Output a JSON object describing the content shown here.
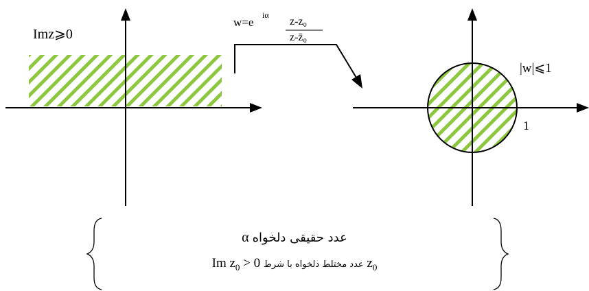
{
  "colors": {
    "hatch": "#8dc63f",
    "ink": "#000000"
  },
  "left_plane": {
    "region_label": "Imz⩾0"
  },
  "mapping": {
    "w_prefix": "w=e",
    "exponent": "iα",
    "numerator": "z-z₀",
    "denominator": "z-z̄₀"
  },
  "right_plane": {
    "region_label": "|w|⩽1",
    "tick_label": "1"
  },
  "conditions": {
    "alpha_symbol": "α",
    "alpha_text": "عدد حقیقی دلخواه",
    "z0_symbol": "z",
    "z0_sub": "0",
    "z0_text": "عدد مختلط دلخواه با شرط",
    "cond_im": "Im z",
    "cond_sub": "0",
    "cond_rest": "> 0"
  }
}
